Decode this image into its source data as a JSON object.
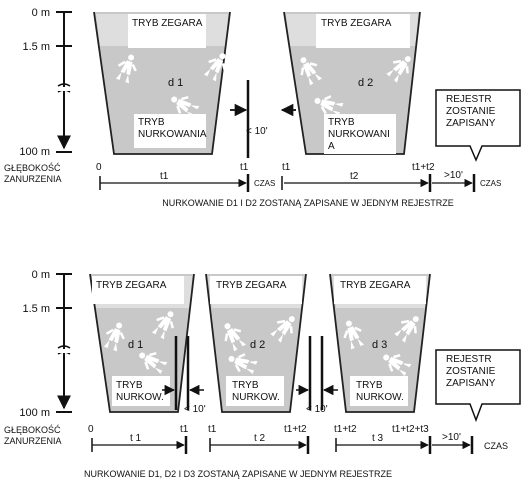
{
  "depth_labels": {
    "surface": "0 m",
    "mid": "1.5 m",
    "bottom": "100 m",
    "depth_title_1": "GŁĘBOKOŚĆ",
    "depth_title_2": "ZANURZENIA"
  },
  "mode_labels": {
    "clock": "TRYB ZEGARA",
    "dive_full_1": "TRYB",
    "dive_full_2": "NURKOWANIA",
    "dive_split_1": "TRYB",
    "dive_split_2": "NURKOWANI",
    "dive_split_3": "A",
    "dive_short_1": "TRYB",
    "dive_short_2": "NURKOW."
  },
  "dives": {
    "d1": "d 1",
    "d2": "d 2",
    "d3": "d 3"
  },
  "gap_label": "< 10'",
  "end_gap_label": ">10'",
  "register_note": {
    "line1": "REJESTR",
    "line2": "ZOSTANIE",
    "line3": "ZAPISANY"
  },
  "top": {
    "t0": "0",
    "t1": "t1",
    "t1b": "t1",
    "t1t2": "t1+t2",
    "seg1": "t1",
    "seg2": "t2",
    "time_label_1": "CZAS",
    "time_label_2": "CZAS",
    "caption": "NURKOWANIE D1 I D2 ZOSTANĄ ZAPISANE W JEDNYM REJESTRZE"
  },
  "bottom": {
    "t0": "0",
    "t1": "t1",
    "t1b": "t1",
    "t1t2": "t1+t2",
    "t1t2b": "t1+t2",
    "t1t2t3": "t1+t2+t3",
    "seg1": "t 1",
    "seg2": "t 2",
    "seg3": "t 3",
    "time_label": "CZAS",
    "caption": "NURKOWANIE D1, D2 I D3 ZOSTANĄ ZAPISANE W JEDNYM REJESTRZE"
  }
}
